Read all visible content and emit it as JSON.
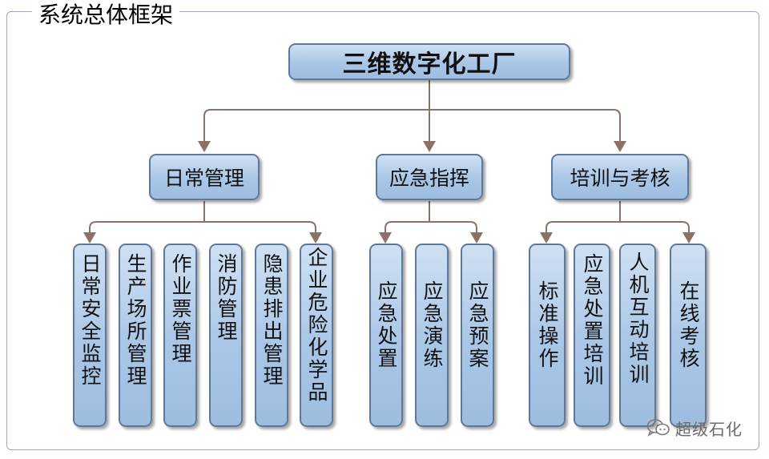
{
  "title": "系统总体框架",
  "root": {
    "label": "三维数字化工厂"
  },
  "groups": [
    {
      "label": "日常管理",
      "items": [
        "日常安全监控",
        "生产场所管理",
        "作业票管理",
        "消防管理",
        "隐患排出管理",
        "企业危险化学品"
      ]
    },
    {
      "label": "应急指挥",
      "items": [
        "应急处置",
        "应急演练",
        "应急预案"
      ]
    },
    {
      "label": "培训与考核",
      "items": [
        "标准操作",
        "应急处置培训",
        "人机互动培训",
        "在线考核"
      ]
    }
  ],
  "watermark": {
    "text": "超级石化",
    "icon": "chat-bubbles-icon"
  },
  "colors": {
    "box_fill": "#a9c6e6",
    "box_border": "#5d7898",
    "line": "#8c7166",
    "frame": "#9aa9c4"
  }
}
